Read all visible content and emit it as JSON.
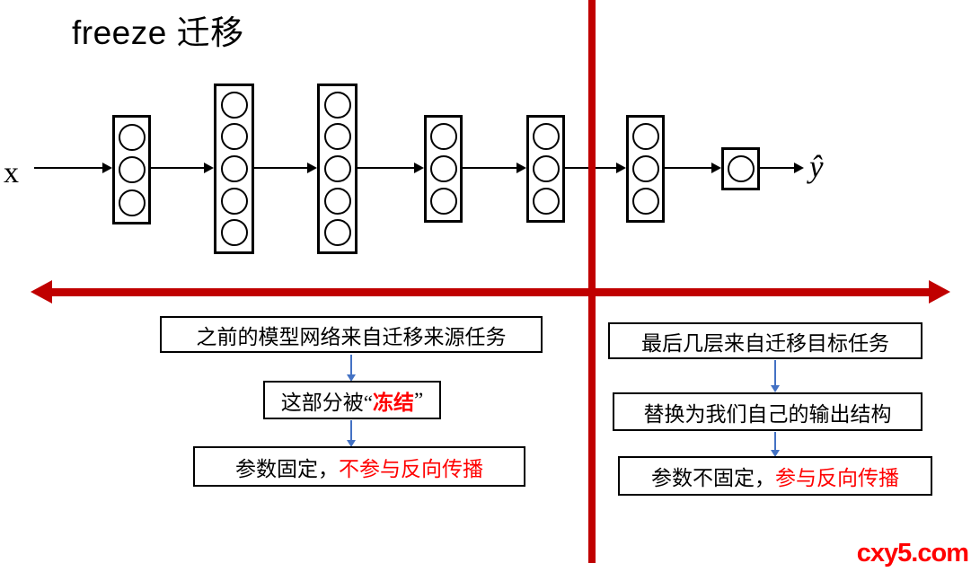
{
  "title": "freeze 迁移",
  "colors": {
    "divider_red": "#C00000",
    "text_red": "#FF0000",
    "arrow_blue": "#4472C4"
  },
  "network": {
    "input_label": "x",
    "output_label": "ŷ",
    "layers": [
      {
        "nodes": 3
      },
      {
        "nodes": 5
      },
      {
        "nodes": 5
      },
      {
        "nodes": 3
      },
      {
        "nodes": 3
      },
      {
        "nodes": 3
      },
      {
        "nodes": 1
      }
    ]
  },
  "annotations": {
    "left": {
      "box1": {
        "text": "之前的模型网络来自迁移来源任务"
      },
      "box2": {
        "pre": "这部分被“",
        "highlight": "冻结",
        "post": "”"
      },
      "box3": {
        "pre": "参数固定，",
        "highlight": "不参与反向传播"
      }
    },
    "right": {
      "box1": {
        "text": "最后几层来自迁移目标任务"
      },
      "box2": {
        "text": "替换为我们自己的输出结构"
      },
      "box3": {
        "pre": "参数不固定，",
        "highlight": "参与反向传播"
      }
    }
  },
  "watermark": "cxy5.com"
}
